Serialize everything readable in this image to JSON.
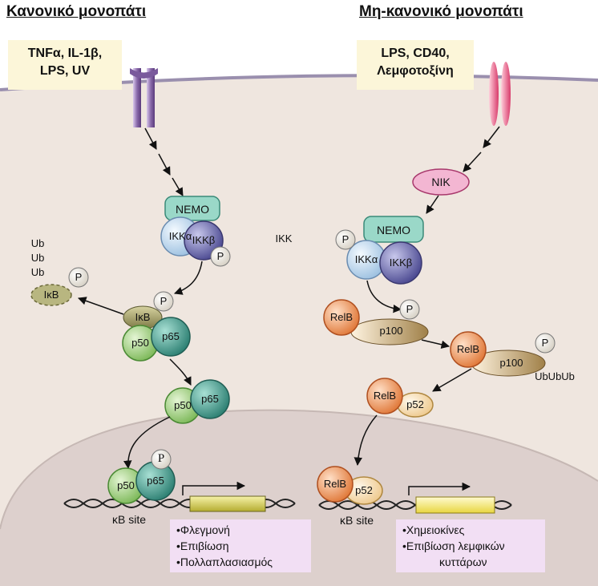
{
  "titles": {
    "left": "Κανονικό μονοπάτι",
    "right": "Μη-κανονικό μονοπάτι"
  },
  "ligands": {
    "left": [
      "TNFα, IL-1β,",
      "LPS, UV"
    ],
    "right": [
      "LPS, CD40,",
      "Λεμφοτοξίνη"
    ]
  },
  "molecules": {
    "nemo": "NEMO",
    "ikka": "IKKα",
    "ikkb": "IKKβ",
    "ikk": "IKK",
    "p": "P",
    "nik": "NIK",
    "ikb": "IκB",
    "p50": "p50",
    "p65": "p65",
    "relb": "RelB",
    "p100": "p100",
    "p52": "p52",
    "ub": "Ub",
    "ububub": "UbUbUb"
  },
  "dna": {
    "site_label": "κB site"
  },
  "outcomes": {
    "left": [
      "•Φλεγμονή",
      "•Επιβίωση",
      "•Πολλαπλασιασμός"
    ],
    "right": [
      "•Χημειοκίνες",
      "•Επιβίωση λεμφικών",
      "κυττάρων"
    ]
  },
  "colors": {
    "cytoplasm": "#efe6df",
    "membrane": "#9a8fae",
    "nucleus": "#ddd0cd",
    "nemo": "#9ad8c8",
    "ikka": "#c9ddf0",
    "ikkb": "#6c6aa8",
    "nik": "#f3b6d2",
    "p50": "#9fd07c",
    "p65": "#3f9d8c",
    "relb": "#f09460",
    "p52": "#f7d9a8",
    "gene": "#e8e070",
    "outcome_box": "#f2dff4",
    "ligand_box": "#fcf6d9"
  }
}
